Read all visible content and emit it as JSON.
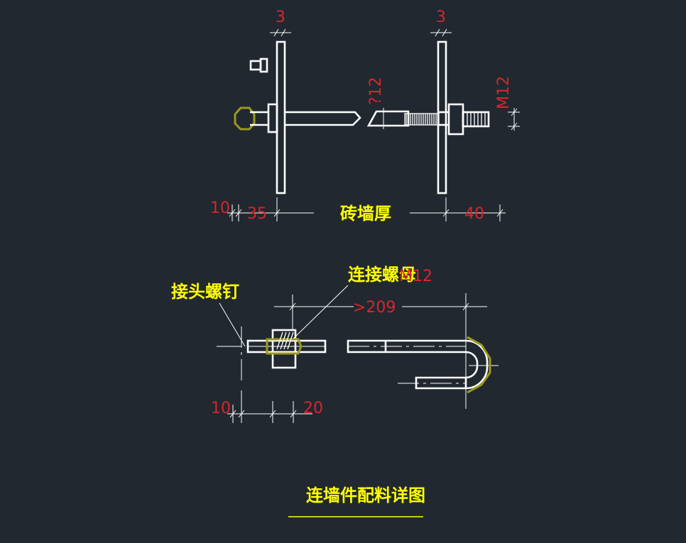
{
  "colors": {
    "background": "#212830",
    "line": "#ffffff",
    "dimension_text": "#d8262a",
    "label_text": "#ffff00",
    "olive": "#9a9a1c"
  },
  "top_view": {
    "plate_thickness_left": "3",
    "plate_thickness_right": "3",
    "rod_label_left": "?12",
    "rod_label_right": "M12",
    "dim_10": "10",
    "dim_35": "35",
    "wall_thickness": "砖墙厚",
    "dim_40": "40"
  },
  "bottom_view": {
    "joint_bolt": "接头螺钉",
    "connecting_nut": "连接螺母",
    "nut_size": "M12",
    "length": ">209",
    "dim_10": "10",
    "dim_20": "20"
  },
  "title": "连墙件配料详图"
}
